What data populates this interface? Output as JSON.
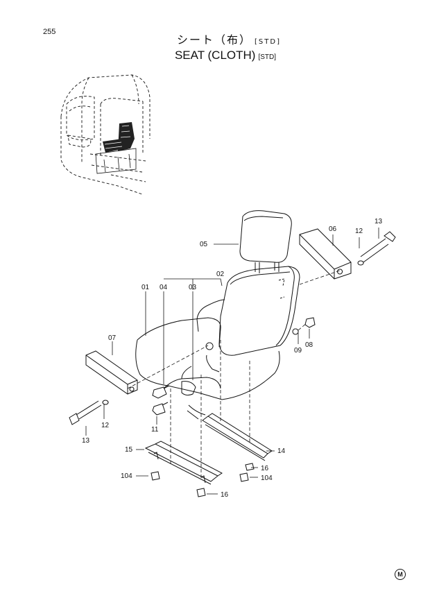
{
  "page_number": "255",
  "title": {
    "jp": "シート（布）",
    "jp_std": "[STD]",
    "en": "SEAT (CLOTH)",
    "en_std": "[STD]"
  },
  "callouts": {
    "c01": "01",
    "c02": "02",
    "c03": "03",
    "c04": "04",
    "c05": "05",
    "c06": "06",
    "c07": "07",
    "c08": "08",
    "c09": "09",
    "c11": "11",
    "c12_right": "12",
    "c12_left": "12",
    "c13_right": "13",
    "c13_left": "13",
    "c14": "14",
    "c15": "15",
    "c16_right": "16",
    "c16_left": "16",
    "c104_left": "104",
    "c104_right": "104"
  },
  "corner_mark": "M"
}
